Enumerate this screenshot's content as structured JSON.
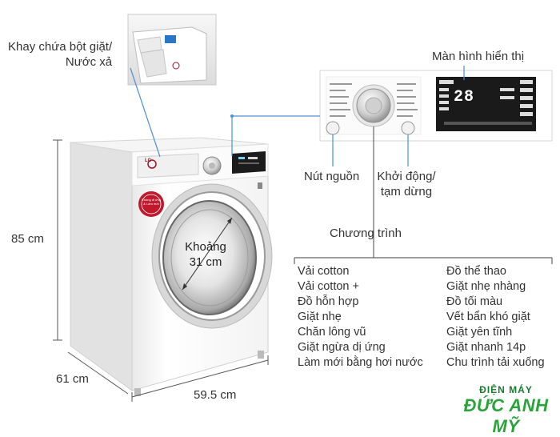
{
  "labels": {
    "detergent_tray": [
      "Khay chứa bột giặt/",
      "Nước xả"
    ],
    "display": "Màn hình hiển thị",
    "power_button": "Nút nguồn",
    "start_pause": [
      "Khởi động/",
      "tạm dừng"
    ],
    "programs_title": "Chương trình",
    "drum_size": [
      "Khoảng",
      "31 cm"
    ]
  },
  "dimensions": {
    "height": "85 cm",
    "depth": "61 cm",
    "width": "59.5 cm"
  },
  "programs_left": [
    "Vải cotton",
    "Vải cotton +",
    "Đồ hỗn hợp",
    "Giặt nhẹ",
    "Chăn lông vũ",
    "Giặt ngừa dị ứng",
    "Làm mới bằng hơi nước"
  ],
  "programs_right": [
    "Đồ thể thao",
    "Giặt nhẹ nhàng",
    "Đồ tối màu",
    "Vết bẩn khó giặt",
    "Giặt yên tĩnh",
    "Giặt nhanh 14p",
    "Chu trình tải xuống"
  ],
  "display_value": "28",
  "machine": {
    "brand": "LG",
    "badge": "Chống dị ứng & Làm mới"
  },
  "logo": {
    "top": "ĐIỆN MÁY",
    "main": "ĐỨC ANH MỸ"
  },
  "colors": {
    "callout_line": "#4a90d9",
    "logo_green": "#2aa43a",
    "badge_red": "#c0182c"
  }
}
